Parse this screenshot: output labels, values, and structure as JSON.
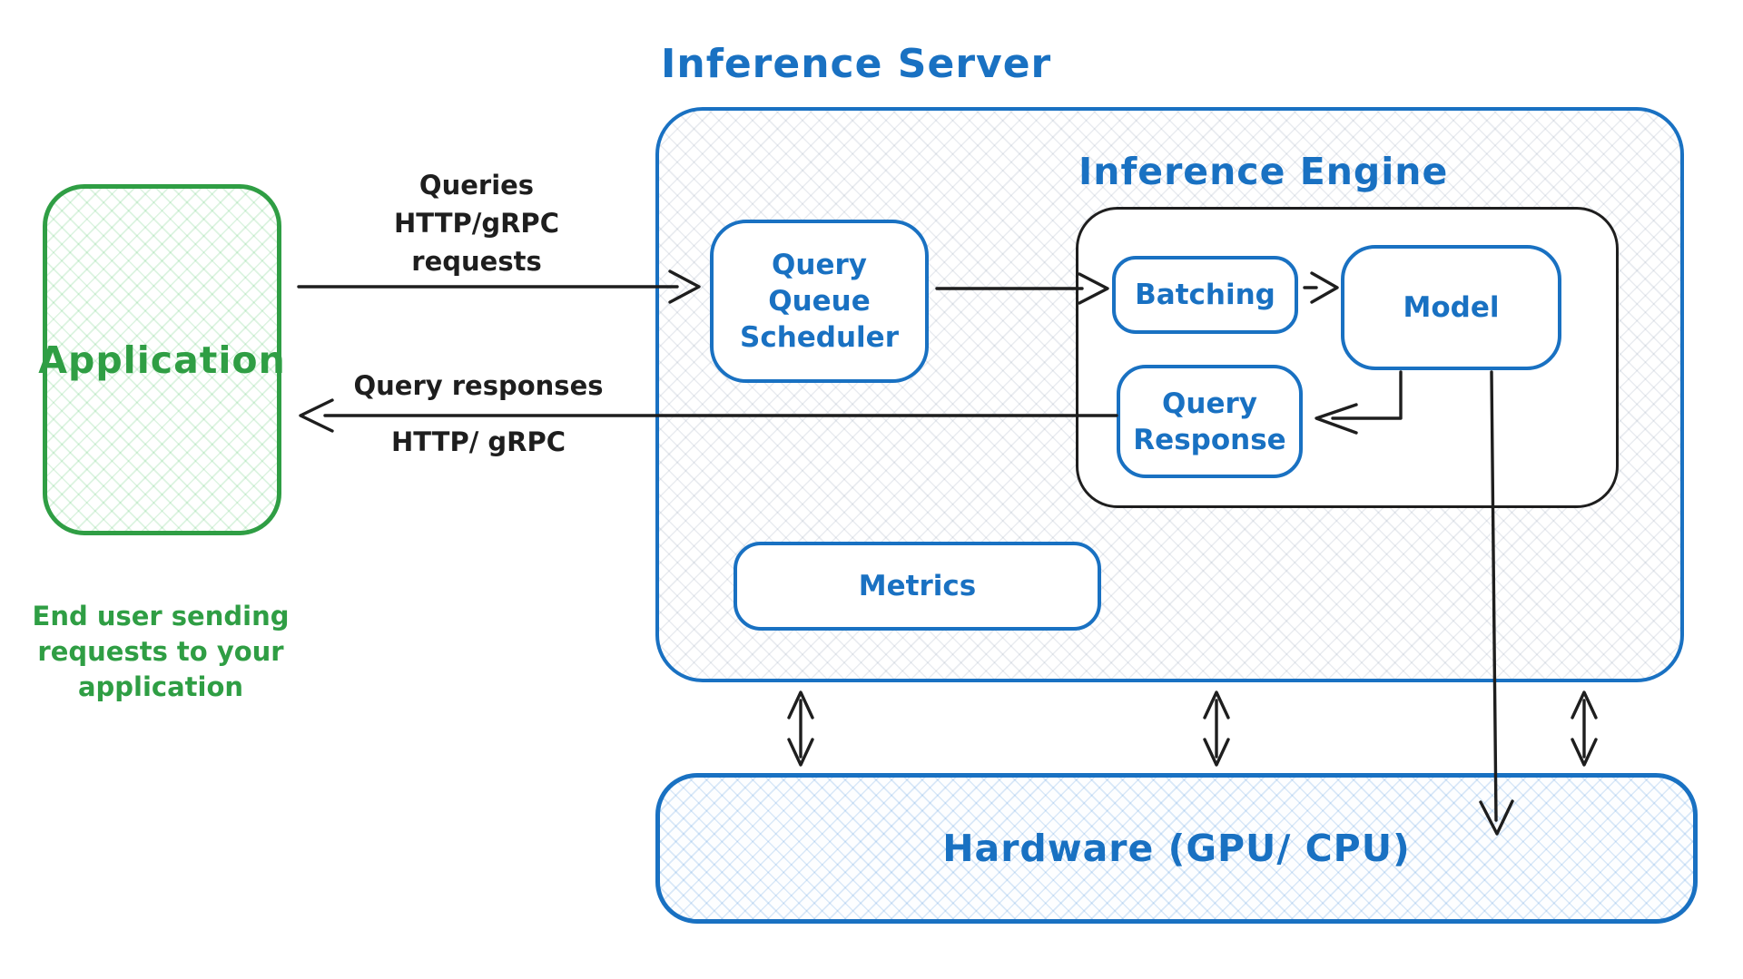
{
  "diagram": {
    "application": {
      "label": "Application",
      "caption": [
        "End user sending",
        "requests to your",
        "application"
      ]
    },
    "request_arrow_label": [
      "Queries",
      "HTTP/gRPC",
      "requests"
    ],
    "response_arrow_label": [
      "Query responses",
      "HTTP/ gRPC"
    ],
    "inference_server": {
      "title": "Inference Server",
      "query_queue_scheduler": [
        "Query",
        "Queue",
        "Scheduler"
      ],
      "metrics_label": "Metrics"
    },
    "inference_engine": {
      "title": "Inference Engine",
      "batching_label": "Batching",
      "model_label": "Model",
      "query_response": [
        "Query",
        "Response"
      ]
    },
    "hardware_label": "Hardware (GPU/ CPU)"
  },
  "colors": {
    "blue": "#1971c2",
    "green": "#2f9e44",
    "black": "#1e1e1e"
  }
}
